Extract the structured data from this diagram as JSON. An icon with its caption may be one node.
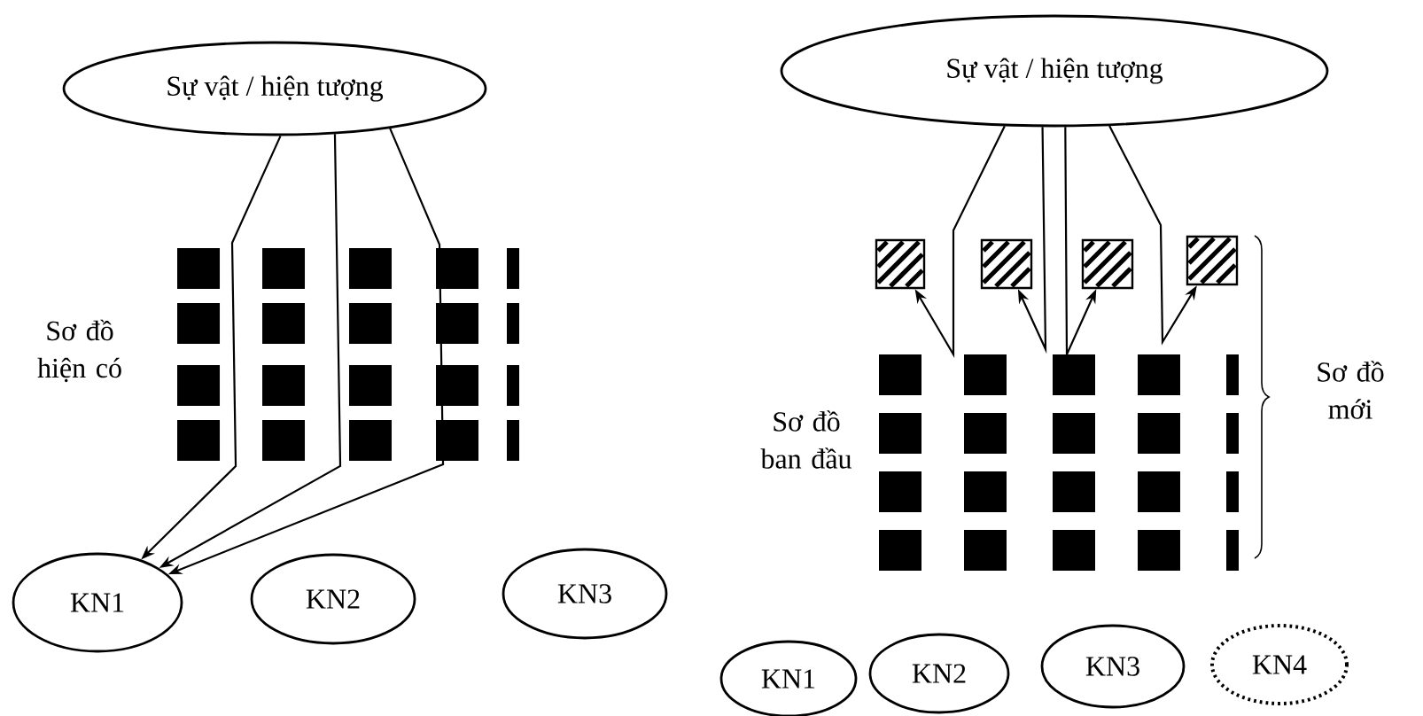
{
  "diagram": {
    "nodes": [
      {
        "text": [
          "Sự vật / hiện tượng"
        ]
      },
      {
        "text": [
          "KN1"
        ]
      },
      {
        "text": [
          "KN2"
        ]
      },
      {
        "text": [
          "KN3"
        ]
      },
      {
        "text": [
          "Sự vật / hiện tượng"
        ]
      },
      {
        "text": [],
        "shape": "box"
      },
      {
        "text": [],
        "shape": "box"
      },
      {
        "text": [],
        "shape": "box"
      },
      {
        "text": [],
        "shape": "box"
      },
      {
        "text": [
          "KN1"
        ]
      },
      {
        "text": [
          "KN2"
        ]
      },
      {
        "text": [
          "KN3"
        ]
      },
      {
        "text": [
          "KN4"
        ]
      }
    ],
    "edges": [
      {
        "from": 0,
        "to": 1,
        "arrow": "to"
      },
      {
        "from": 0,
        "to": 1,
        "arrow": "to"
      },
      {
        "from": 0,
        "to": 1,
        "arrow": "to"
      },
      {
        "from": 4,
        "to": 5,
        "arrow": "to"
      },
      {
        "from": 4,
        "to": 6,
        "arrow": "to"
      },
      {
        "from": 4,
        "to": 7,
        "arrow": "to"
      },
      {
        "from": 4,
        "to": 8,
        "arrow": "to"
      }
    ],
    "labels": [
      "Sơ đồ hiện có",
      "Sơ đồ ban đầu",
      "Sơ đồ mới"
    ]
  }
}
